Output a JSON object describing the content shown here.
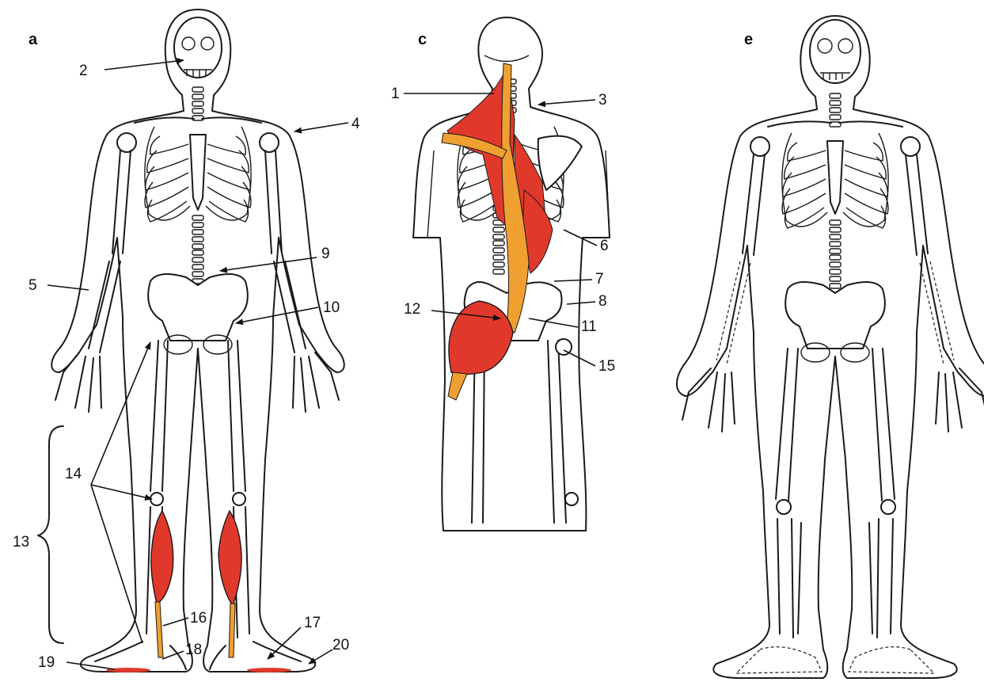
{
  "panels": [
    {
      "letter": "a"
    },
    {
      "letter": "c"
    },
    {
      "letter": "e"
    }
  ],
  "callouts": {
    "n1": "1",
    "n2": "2",
    "n3": "3",
    "n4": "4",
    "n5": "5",
    "n6": "6",
    "n7": "7",
    "n8": "8",
    "n9": "9",
    "n10": "10",
    "n11": "11",
    "n12": "12",
    "n13": "13",
    "n14": "14",
    "n15": "15",
    "n16": "16",
    "n17": "17",
    "n18": "18",
    "n19": "19",
    "n20": "20"
  },
  "colors": {
    "muscle_red": "#e0392b",
    "tendon_orange": "#f0a030",
    "outline": "#1a1a1a"
  }
}
